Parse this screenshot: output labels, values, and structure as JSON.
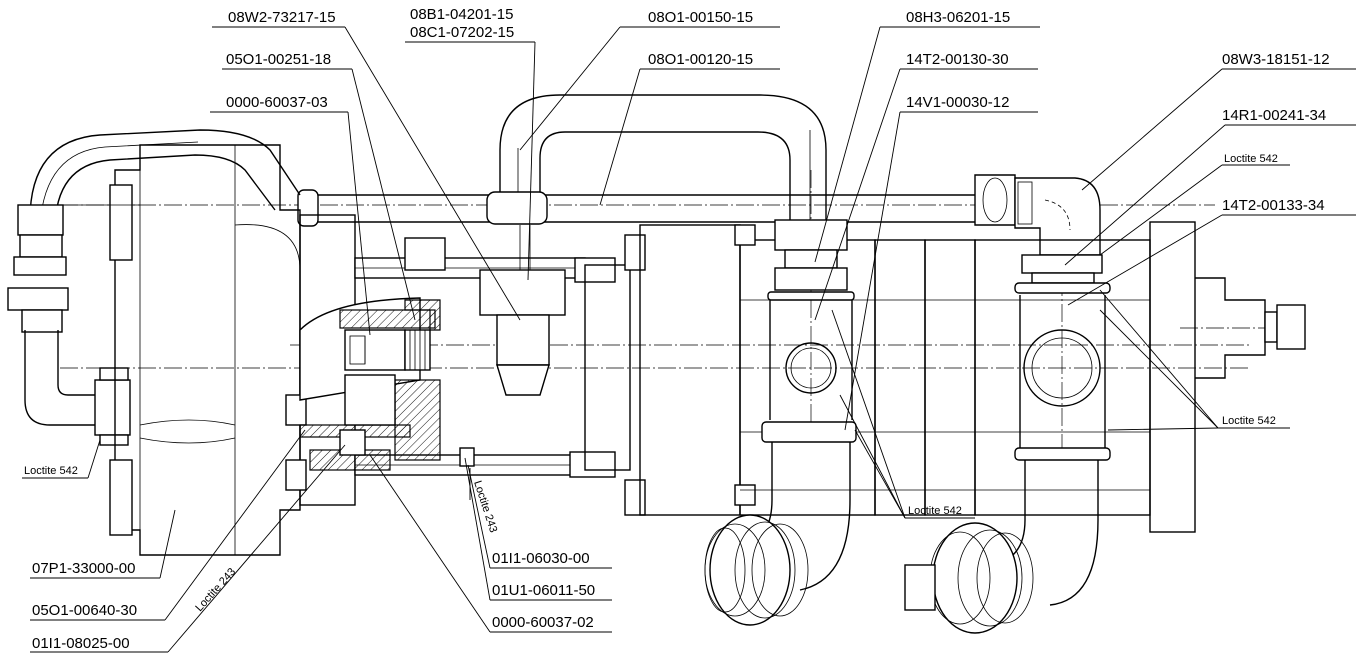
{
  "parts": {
    "p_08W2_73217_15": "08W2-73217-15",
    "p_05O1_00251_18": "05O1-00251-18",
    "p_0000_60037_03": "0000-60037-03",
    "p_08B1_04201_15": "08B1-04201-15",
    "p_08C1_07202_15": "08C1-07202-15",
    "p_08O1_00150_15": "08O1-00150-15",
    "p_08O1_00120_15": "08O1-00120-15",
    "p_08H3_06201_15": "08H3-06201-15",
    "p_14T2_00130_30": "14T2-00130-30",
    "p_14V1_00030_12": "14V1-00030-12",
    "p_08W3_18151_12": "08W3-18151-12",
    "p_14R1_00241_34": "14R1-00241-34",
    "p_14T2_00133_34": "14T2-00133-34",
    "p_07P1_33000_00": "07P1-33000-00",
    "p_05O1_00640_30": "05O1-00640-30",
    "p_01I1_08025_00": "01I1-08025-00",
    "p_01I1_06030_00": "01I1-06030-00",
    "p_01U1_06011_50": "01U1-06011-50",
    "p_0000_60037_02": "0000-60037-02"
  },
  "notes": {
    "loctite_542_left": "Loctite 542",
    "loctite_542_top_right": "Loctite 542",
    "loctite_542_right": "Loctite 542",
    "loctite_542_center": "Loctite 542",
    "loctite_243_vertical": "Loctite 243",
    "loctite_243_diagonal": "Loctite 243"
  }
}
